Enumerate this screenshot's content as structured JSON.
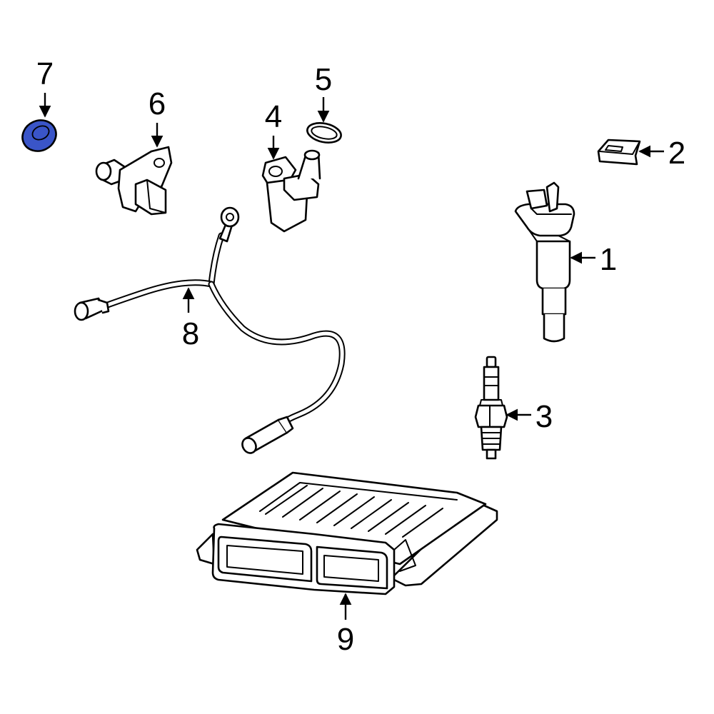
{
  "callouts": {
    "c1": "1",
    "c2": "2",
    "c3": "3",
    "c4": "4",
    "c5": "5",
    "c6": "6",
    "c7": "7",
    "c8": "8",
    "c9": "9"
  },
  "highlight": {
    "part": "7",
    "color": "#3a55c8"
  },
  "icons": {
    "p1": "ignition-coil-icon",
    "p2": "clip-icon",
    "p3": "spark-plug-icon",
    "p4": "position-sensor-icon",
    "p5": "o-ring-icon",
    "p6": "camshaft-sensor-icon",
    "p7": "seal-ring-icon",
    "p8": "wiring-harness-icon",
    "p9": "engine-control-module-icon"
  }
}
